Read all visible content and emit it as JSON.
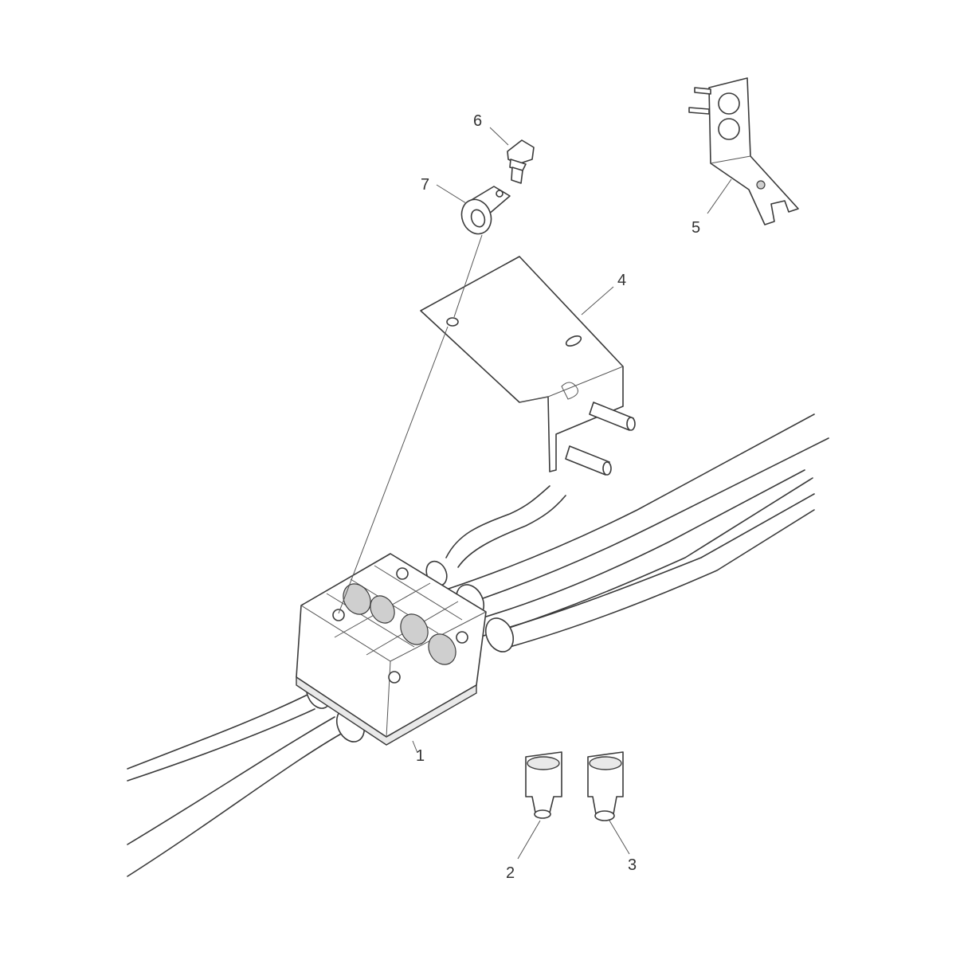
{
  "diagram": {
    "callouts": [
      {
        "id": "1",
        "text": "1"
      },
      {
        "id": "2",
        "text": "2"
      },
      {
        "id": "3",
        "text": "3"
      },
      {
        "id": "4",
        "text": "4"
      },
      {
        "id": "5",
        "text": "5"
      },
      {
        "id": "6",
        "text": "6"
      },
      {
        "id": "7",
        "text": "7"
      }
    ],
    "colors": {
      "line": "#3a3a3a",
      "label": "#333333",
      "background": "#ffffff"
    }
  }
}
